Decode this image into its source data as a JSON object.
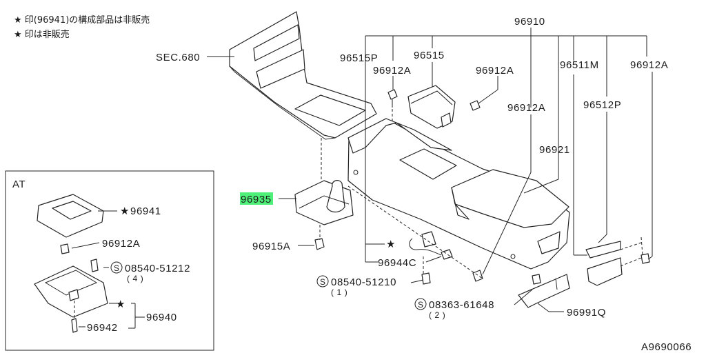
{
  "notes": {
    "line1": "★ 印(96941)の構成部品は非販売",
    "line2": "★ 印は非販売"
  },
  "inset": {
    "title": "AT"
  },
  "labels": {
    "p96910": "96910",
    "sec680": "SEC.680",
    "p96515p": "96515P",
    "p96912a_1": "96912A",
    "p96515": "96515",
    "p96912a_2": "96912A",
    "p96511m": "96511M",
    "p96912a_3": "96912A",
    "p96512p": "96512P",
    "p96912a_4": "96912A",
    "p96921": "96921",
    "p96935": "96935",
    "p96915a": "96915A",
    "p96944c": "96944C",
    "s08540_51210": "08540-51210",
    "s08540_51210_qty": "( 1 )",
    "s08363_61648": "08363-61648",
    "s08363_61648_qty": "( 2 )",
    "p96991q": "96991Q",
    "p96941": "96941",
    "p96912a_5": "96912A",
    "s08540_51212": "08540-51212",
    "s08540_51212_qty": "( 4 )",
    "p96940": "96940",
    "p96942": "96942",
    "diagram_id": "A9690066",
    "s_mark": "S",
    "star": "★"
  },
  "highlight": {
    "part": "96935",
    "color": "#4ef07a"
  }
}
